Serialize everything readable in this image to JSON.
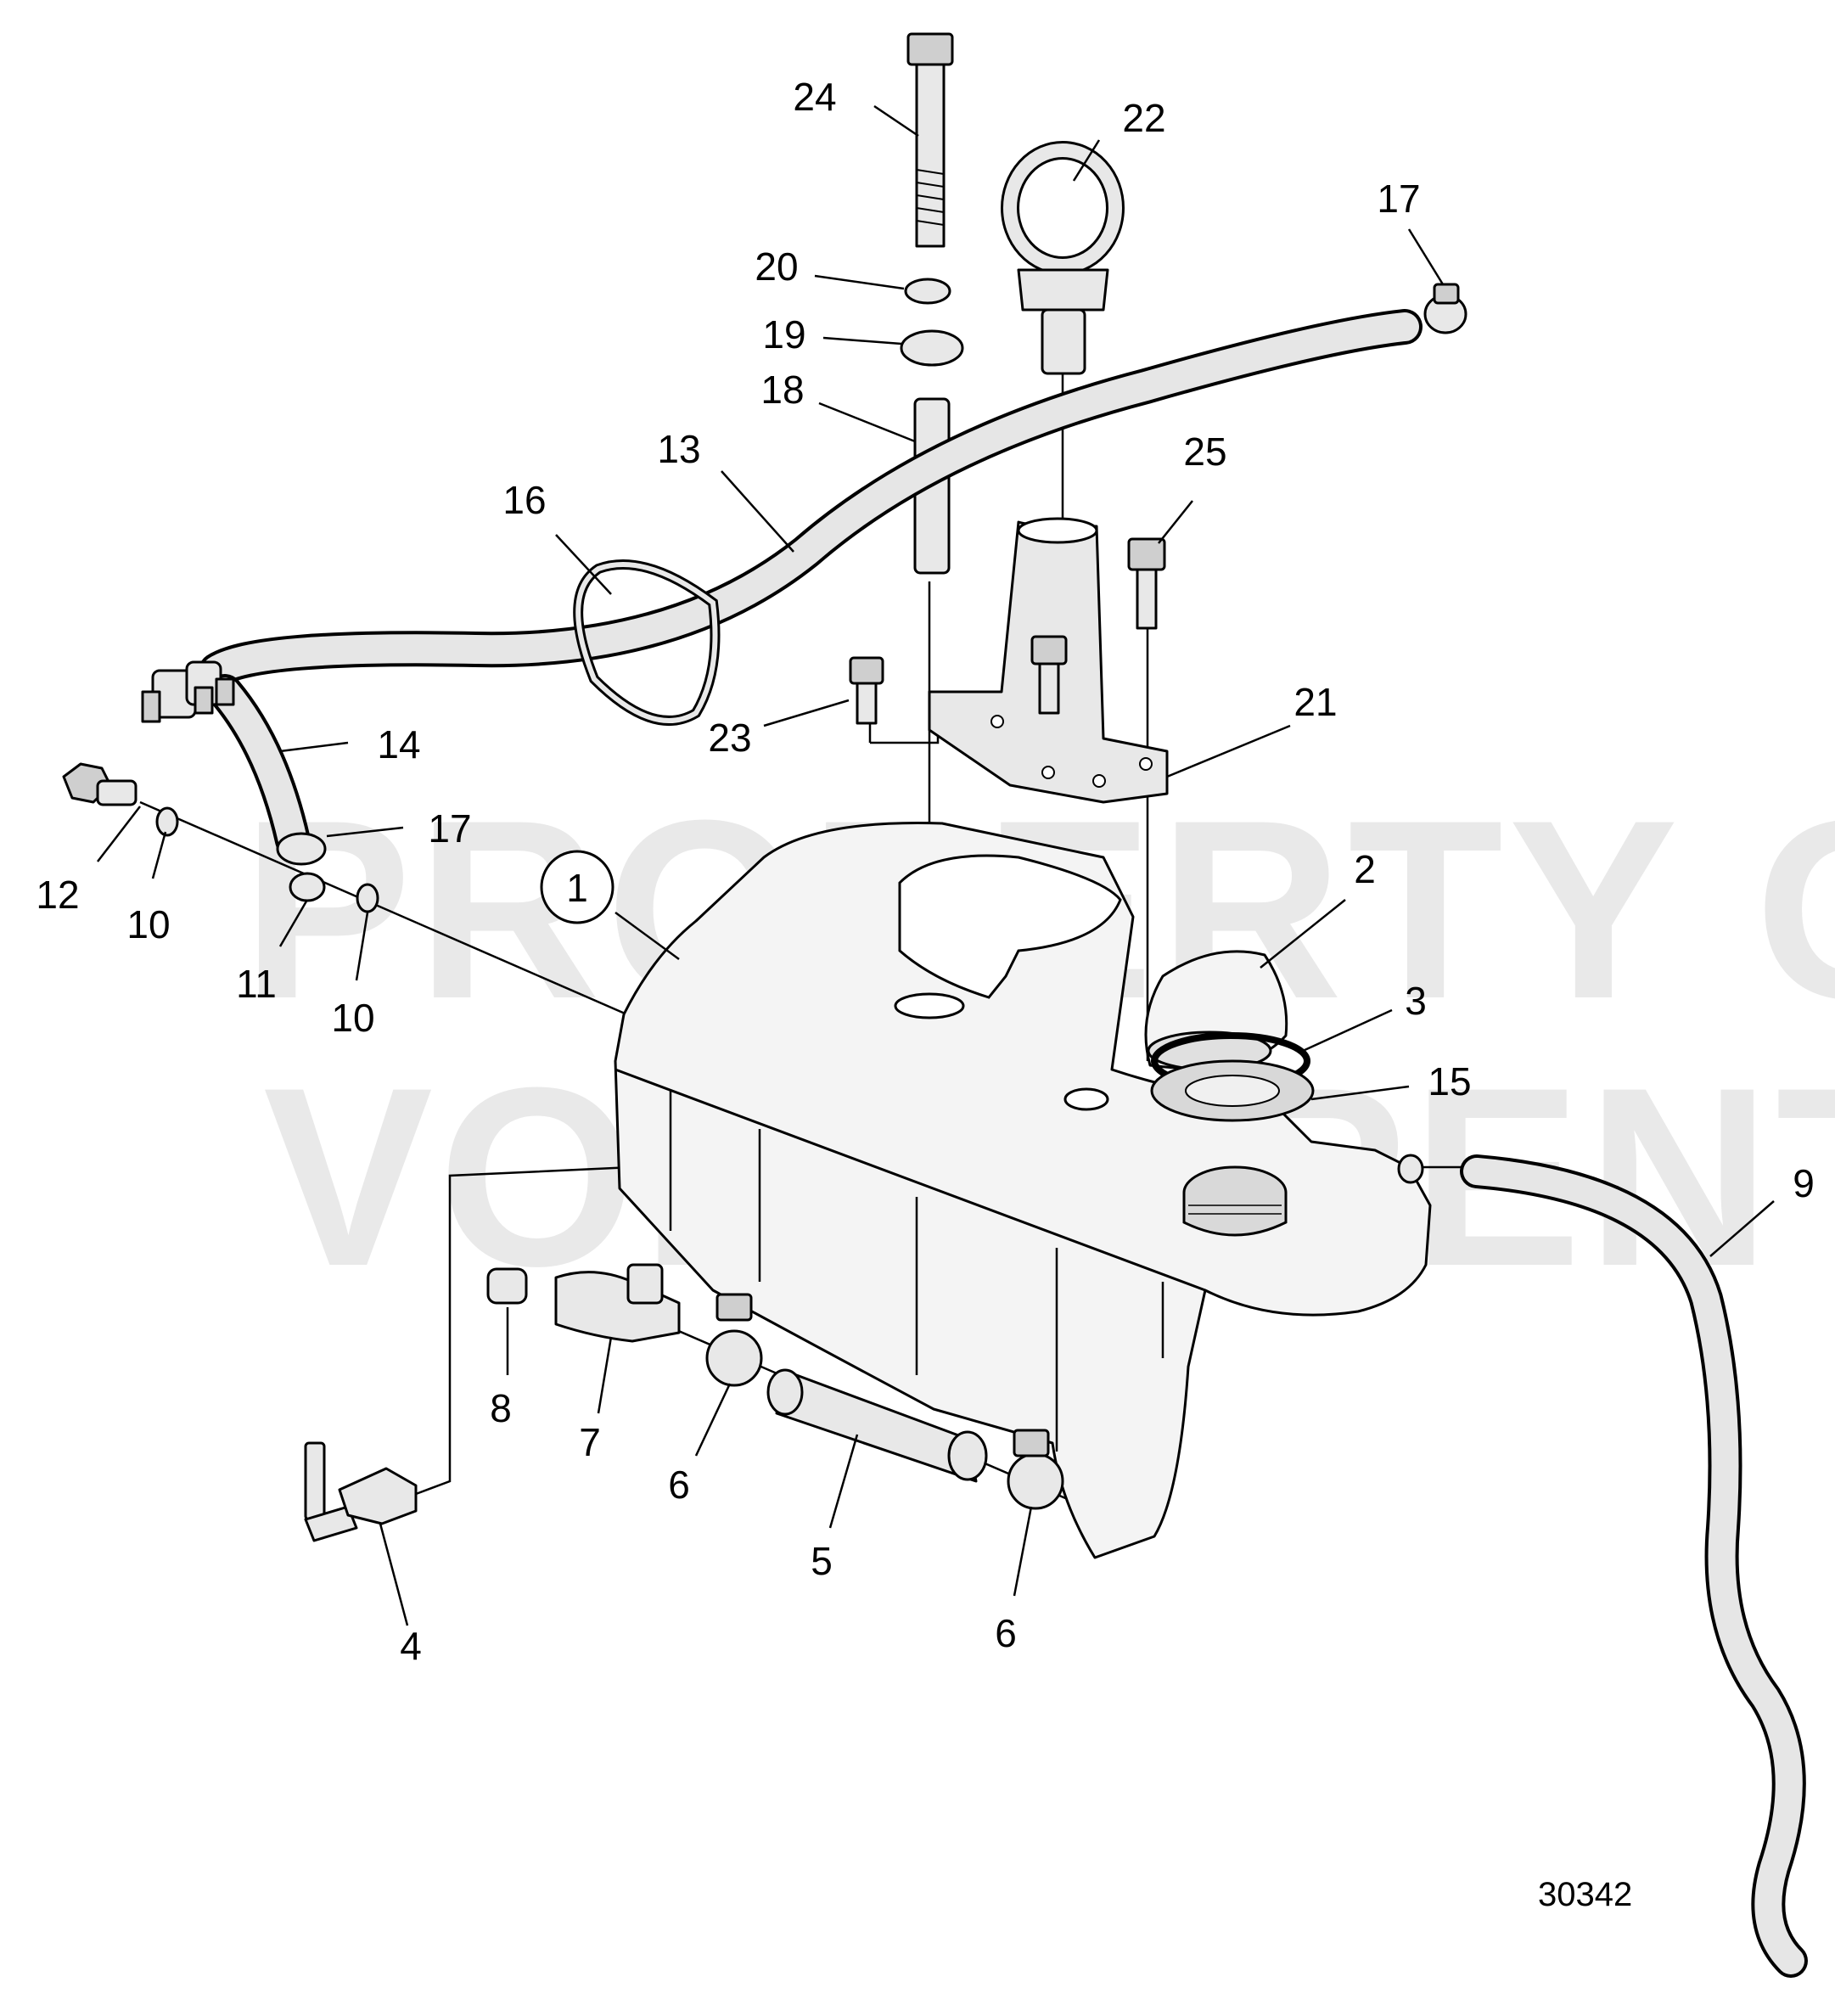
{
  "watermark": {
    "line1": "PROPERTY OF",
    "line2": "VOLVO PENTA"
  },
  "figure_number": "30342",
  "callouts": {
    "c1": "1",
    "c2": "2",
    "c3": "3",
    "c4": "4",
    "c5": "5",
    "c6a": "6",
    "c6b": "6",
    "c7": "7",
    "c8": "8",
    "c9": "9",
    "c10a": "10",
    "c10b": "10",
    "c11": "11",
    "c12": "12",
    "c13": "13",
    "c14": "14",
    "c15": "15",
    "c16": "16",
    "c17a": "17",
    "c17b": "17",
    "c18": "18",
    "c19": "19",
    "c20": "20",
    "c21": "21",
    "c22": "22",
    "c23": "23",
    "c24": "24",
    "c25": "25"
  }
}
